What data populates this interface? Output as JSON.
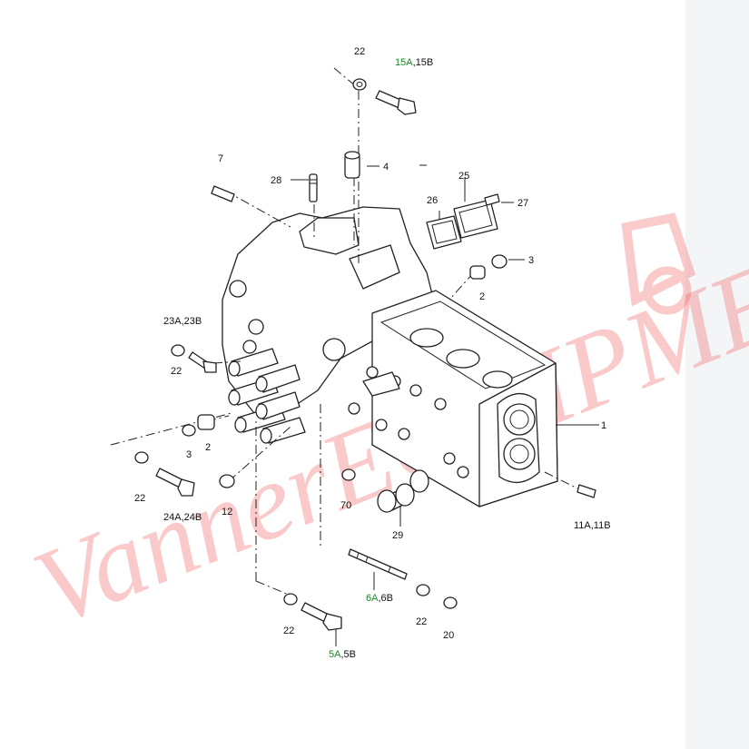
{
  "diagram": {
    "callouts": {
      "c22a": "22",
      "c15": [
        "15A",
        ",15B"
      ],
      "c4": "4",
      "c7": "7",
      "c28": "28",
      "c25": "25",
      "c26": "26",
      "c27": "27",
      "c3a": "3",
      "c2a": "2",
      "c23": "23A,23B",
      "c22b": "22",
      "c3b": "3",
      "c2b": "2",
      "c1": "1",
      "c22c": "22",
      "c24": "24A,24B",
      "c12": "12",
      "c70": "70",
      "c29": "29",
      "c11": "11A,11B",
      "c6": [
        "6A",
        ",6B"
      ],
      "c22d": "22",
      "c22e": "22",
      "c20": "20",
      "c5": [
        "5A",
        ",5B"
      ]
    },
    "watermark": "VannerEQUIPMENT"
  }
}
